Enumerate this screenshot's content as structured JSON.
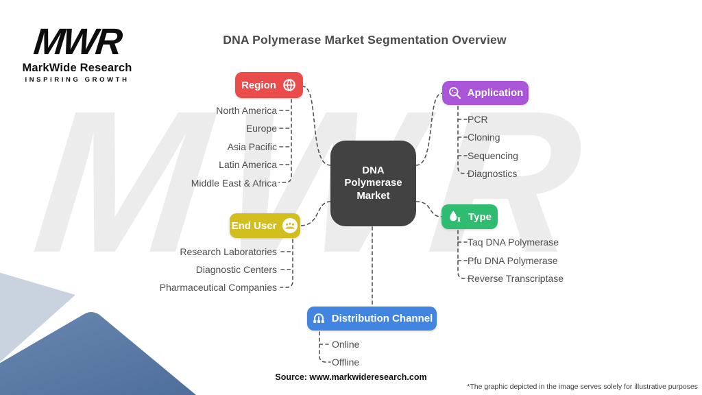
{
  "logo": {
    "mark": "MWR",
    "name": "MarkWide Research",
    "tagline": "INSPIRING GROWTH"
  },
  "title": "DNA Polymerase Market Segmentation Overview",
  "center_node": {
    "label": "DNA Polymerase Market"
  },
  "branches": {
    "region": {
      "label": "Region",
      "icon": "globe-icon",
      "color": "#ea4b4b",
      "items": [
        "North America",
        "Europe",
        "Asia Pacific",
        "Latin America",
        "Middle East & Africa"
      ]
    },
    "application": {
      "label": "Application",
      "icon": "magnifier-dna-icon",
      "color": "#a855d8",
      "items": [
        "PCR",
        "Cloning",
        "Sequencing",
        "Diagnostics"
      ]
    },
    "end_user": {
      "label": "End User",
      "icon": "people-icon",
      "color": "#d2bf1d",
      "items": [
        "Research Laboratories",
        "Diagnostic Centers",
        "Pharmaceutical Companies"
      ]
    },
    "type": {
      "label": "Type",
      "icon": "droplet-dna-icon",
      "color": "#2ebd70",
      "items": [
        "Taq DNA Polymerase",
        "Pfu DNA Polymerase",
        "Reverse Transcriptase"
      ]
    },
    "distribution": {
      "label": "Distribution Channel",
      "icon": "network-icon",
      "color": "#4285e0",
      "items": [
        "Online",
        "Offline"
      ]
    }
  },
  "colors": {
    "center_node": "#424242",
    "connector": "#525252",
    "watermark": "#ececec",
    "corner_triangle_light": "#c9d3e0",
    "corner_triangle_dark": "#5b7ba6"
  },
  "watermark": "MWR",
  "footer": {
    "source": "Source: www.markwideresearch.com",
    "disclaimer": "*The graphic depicted in the image serves solely for illustrative purposes"
  }
}
